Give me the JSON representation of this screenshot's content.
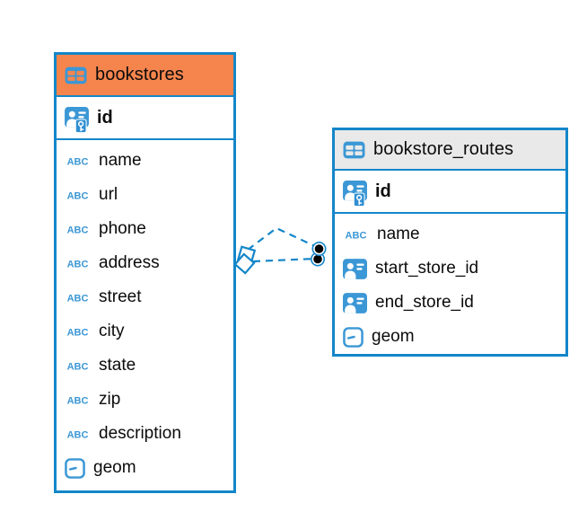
{
  "diagram": {
    "tables": [
      {
        "name": "bookstores",
        "header_color": "#f6854d",
        "table_icon": "table-icon",
        "keys": [
          {
            "name": "id",
            "icon": "pk"
          }
        ],
        "columns": [
          {
            "name": "name",
            "icon": "text"
          },
          {
            "name": "url",
            "icon": "text"
          },
          {
            "name": "phone",
            "icon": "text"
          },
          {
            "name": "address",
            "icon": "text"
          },
          {
            "name": "street",
            "icon": "text"
          },
          {
            "name": "city",
            "icon": "text"
          },
          {
            "name": "state",
            "icon": "text"
          },
          {
            "name": "zip",
            "icon": "text"
          },
          {
            "name": "description",
            "icon": "text"
          },
          {
            "name": "geom",
            "icon": "geometry"
          }
        ]
      },
      {
        "name": "bookstore_routes",
        "header_color": "#e9e9e9",
        "table_icon": "table-icon",
        "keys": [
          {
            "name": "id",
            "icon": "pk"
          }
        ],
        "columns": [
          {
            "name": "name",
            "icon": "text"
          },
          {
            "name": "start_store_id",
            "icon": "person"
          },
          {
            "name": "end_store_id",
            "icon": "person"
          },
          {
            "name": "geom",
            "icon": "geometry"
          }
        ]
      }
    ],
    "relationships": [
      {
        "from_table": "bookstores",
        "to_table": "bookstore_routes",
        "to_column": "start_store_id",
        "line_style": "dashed",
        "from_marker": "diamond",
        "to_marker": "dot"
      },
      {
        "from_table": "bookstores",
        "to_table": "bookstore_routes",
        "to_column": "end_store_id",
        "line_style": "dashed",
        "from_marker": "diamond",
        "to_marker": "dot"
      }
    ],
    "colors": {
      "table_border_blue": "#1486c9",
      "icon_blue": "#3b97d5",
      "bookstores_header_orange": "#f6854d",
      "routes_header_gray": "#e9e9e9",
      "relationship_line_blue": "#1486c9",
      "dot_marker_core": "#000000",
      "text_color": "#0b0b0b"
    }
  }
}
